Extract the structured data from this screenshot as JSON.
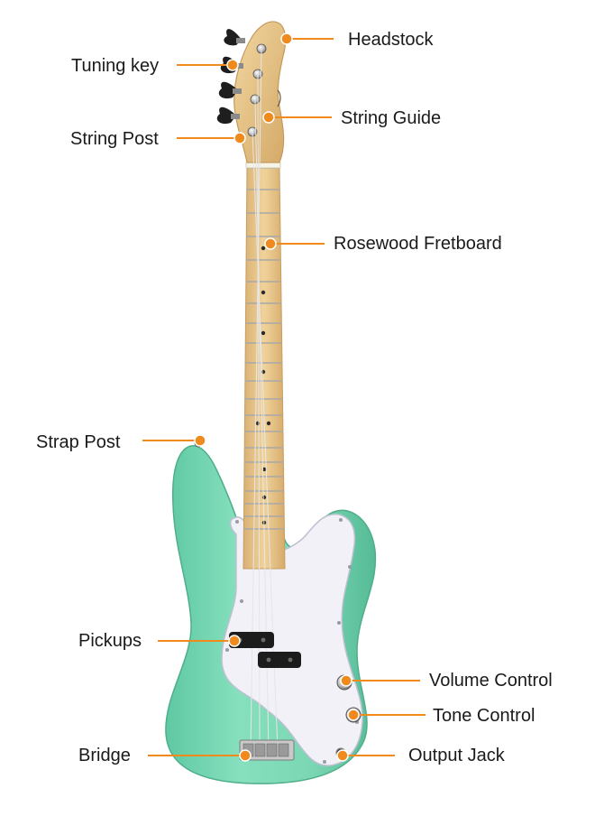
{
  "diagram": {
    "accent_color": "#f08a1c",
    "body_color": "#7fd9b6",
    "neck_color": "#ebc98b",
    "pickguard_color": "#f1f1f7",
    "labels": {
      "headstock": "Headstock",
      "tuning_key": "Tuning key",
      "string_guide": "String Guide",
      "string_post": "String Post",
      "fretboard": "Rosewood Fretboard",
      "strap_post": "Strap Post",
      "pickups": "Pickups",
      "volume_control": "Volume Control",
      "tone_control": "Tone Control",
      "bridge": "Bridge",
      "output_jack": "Output Jack"
    }
  }
}
